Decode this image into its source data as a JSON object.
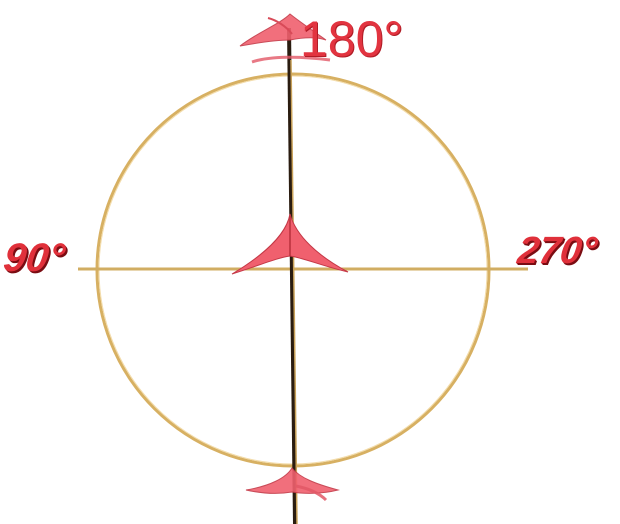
{
  "labels": {
    "top": "180°",
    "left": "90°",
    "right": "270°"
  },
  "colors": {
    "ring": "#d7b062",
    "axis": "#d1ad62",
    "pole": "#2a1c10",
    "kite": "#f0606e",
    "label": "#e0303a"
  }
}
